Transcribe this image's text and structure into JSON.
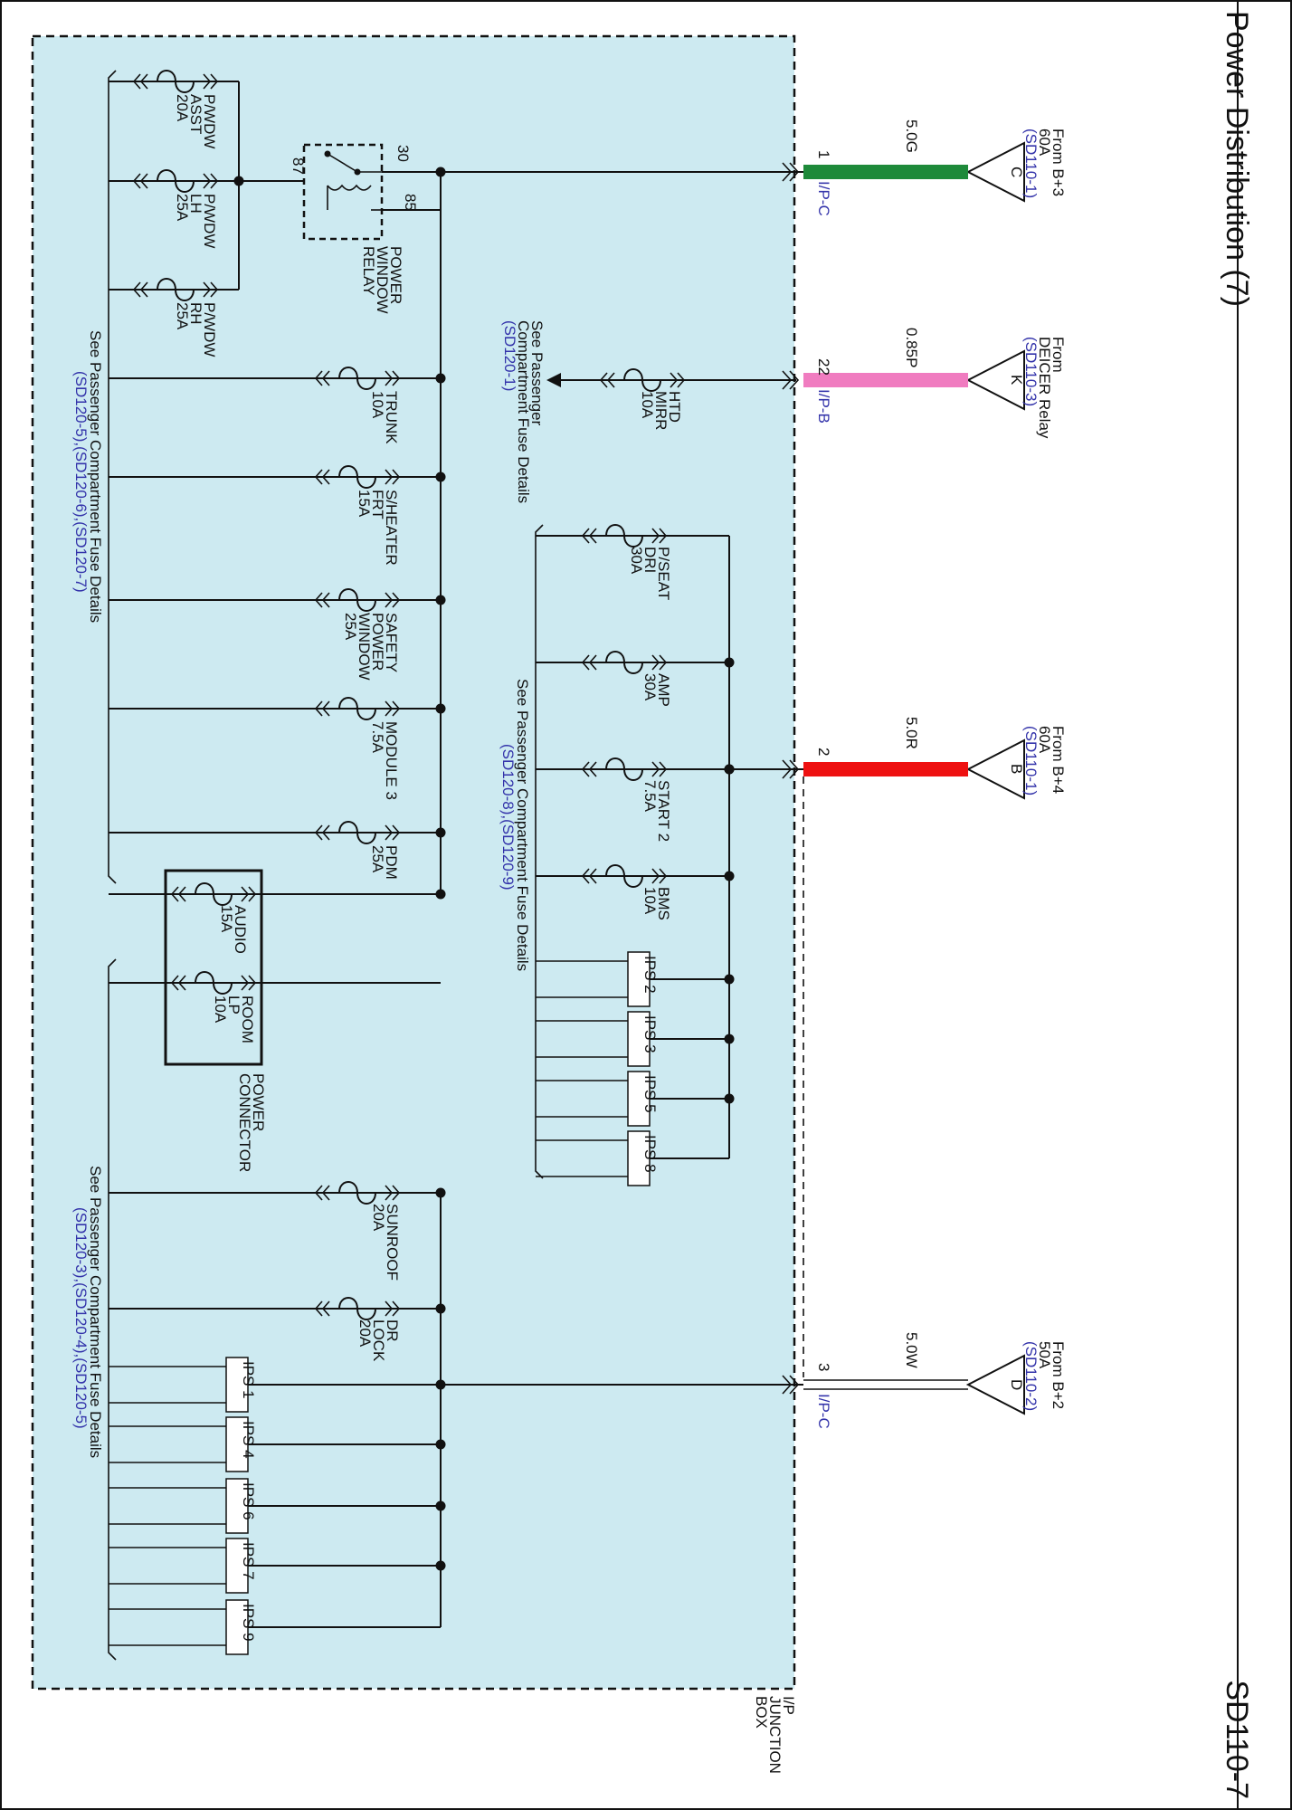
{
  "page": {
    "title": "Power Distribution (7)",
    "code": "SD110-7",
    "junction_box_label": "I/P JUNCTION BOX"
  },
  "colors": {
    "panel": "#cdeaf1",
    "wire_green": "#1e8a3a",
    "wire_pink": "#f07cc0",
    "wire_red": "#ee1111",
    "wire_white": "#ffffff",
    "ref_text": "#3333aa"
  },
  "sources": [
    {
      "id": "C",
      "from": "From B+3",
      "amp": "60A",
      "ref": "(SD110-1)",
      "wire": "5.0G",
      "pin": "1",
      "conn": "I/P-C"
    },
    {
      "id": "K",
      "from": "From",
      "amp": "DEICER Relay",
      "ref": "(SD110-3)",
      "wire": "0.85P",
      "pin": "22",
      "conn": "I/P-B"
    },
    {
      "id": "B",
      "from": "From B+4",
      "amp": "60A",
      "ref": "(SD110-1)",
      "wire": "5.0R",
      "pin": "2",
      "conn": ""
    },
    {
      "id": "D",
      "from": "From B+2",
      "amp": "50A",
      "ref": "(SD110-2)",
      "wire": "5.0W",
      "pin": "3",
      "conn": "I/P-C"
    }
  ],
  "relay": {
    "name": [
      "POWER",
      "WINDOW",
      "RELAY"
    ],
    "pins": [
      "30",
      "87",
      "85"
    ]
  },
  "fuses_b3": [
    {
      "name": [
        "P/WDW",
        "ASST"
      ],
      "amp": "20A"
    },
    {
      "name": [
        "P/WDW",
        "LH"
      ],
      "amp": "25A"
    },
    {
      "name": [
        "P/WDW",
        "RH"
      ],
      "amp": "25A"
    },
    {
      "name": [
        "TRUNK"
      ],
      "amp": "10A"
    },
    {
      "name": [
        "S/HEATER",
        "FRT"
      ],
      "amp": "15A"
    },
    {
      "name": [
        "SAFETY",
        "POWER",
        "WINDOW"
      ],
      "amp": "25A"
    },
    {
      "name": [
        "MODULE 3"
      ],
      "amp": "7.5A"
    },
    {
      "name": [
        "PDM"
      ],
      "amp": "25A"
    }
  ],
  "fuse_htd": {
    "name": [
      "HTD",
      "MIRR"
    ],
    "amp": "10A"
  },
  "fuses_b4": [
    {
      "name": [
        "P/SEAT",
        "DRI"
      ],
      "amp": "30A"
    },
    {
      "name": [
        "AMP"
      ],
      "amp": "30A"
    },
    {
      "name": [
        "START 2"
      ],
      "amp": "7.5A"
    },
    {
      "name": [
        "BMS"
      ],
      "amp": "10A"
    }
  ],
  "ips_b4": [
    "IPS 2",
    "IPS 3",
    "IPS 5",
    "IPS 8"
  ],
  "power_connector": {
    "name": [
      "POWER",
      "CONNECTOR"
    ],
    "fuses": [
      {
        "name": [
          "AUDIO"
        ],
        "amp": "15A"
      },
      {
        "name": [
          "ROOM",
          "LP"
        ],
        "amp": "10A"
      }
    ]
  },
  "fuses_b2": [
    {
      "name": [
        "SUNROOF"
      ],
      "amp": "20A"
    },
    {
      "name": [
        "DR",
        "LOCK"
      ],
      "amp": "20A"
    }
  ],
  "ips_b2": [
    "IPS 1",
    "IPS 4",
    "IPS 6",
    "IPS 7",
    "IPS 9"
  ],
  "refs": {
    "htd": [
      "See Passenger",
      "Compartment Fuse Details",
      "(SD120-1)"
    ],
    "b3": [
      "See Passenger Compartment Fuse Details",
      "(SD120-5),(SD120-6),(SD120-7)"
    ],
    "b4": [
      "See Passenger Compartment Fuse Details",
      "(SD120-8),(SD120-9)"
    ],
    "b2": [
      "See Passenger Compartment Fuse Details",
      "(SD120-3),(SD120-4),(SD120-5)"
    ]
  }
}
